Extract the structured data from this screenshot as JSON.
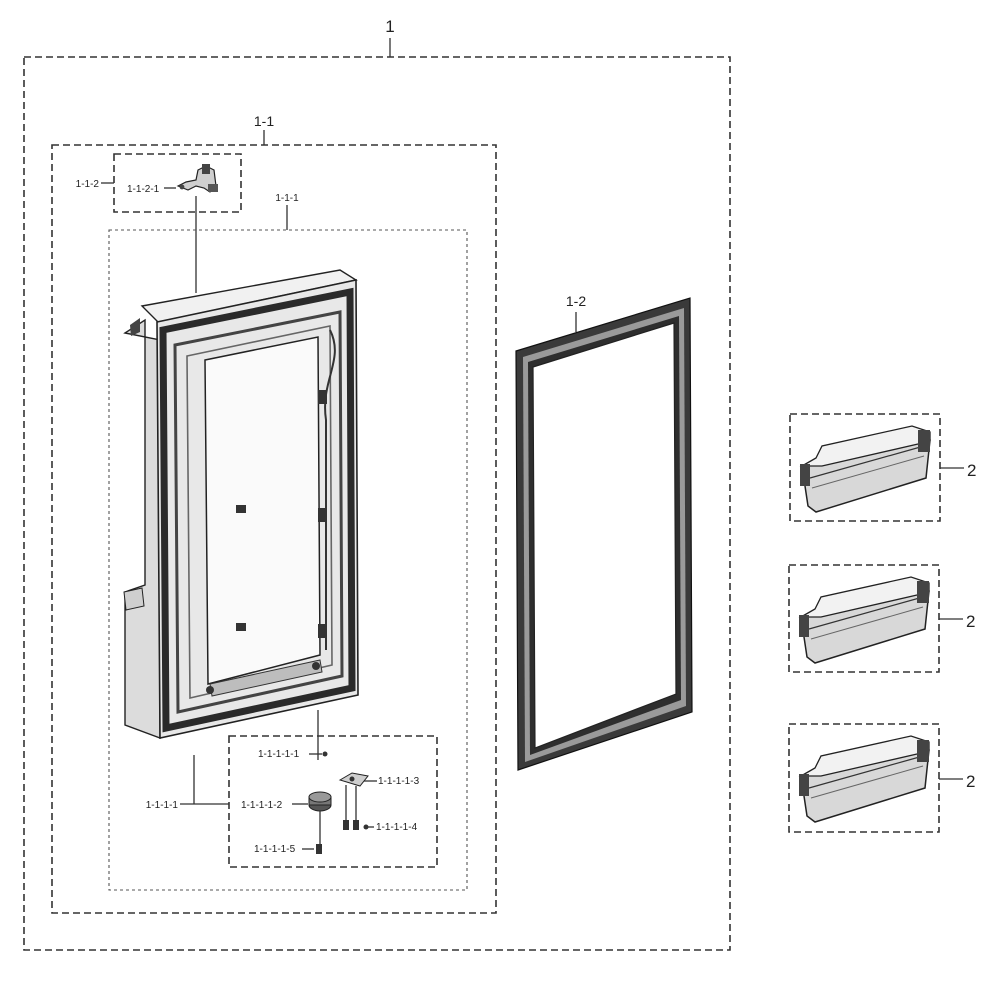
{
  "labels": {
    "assembly": "1",
    "door_sub_assembly": "1-1",
    "top_hinge_group": "1-1-2",
    "top_hinge_part": "1-1-2-1",
    "door_body": "1-1-1",
    "gasket": "1-2",
    "bin_1": "2",
    "bin_2": "2",
    "bin_3": "2",
    "bottom_group": "1-1-1-1",
    "bottom_part_1": "1-1-1-1-1",
    "bottom_part_2": "1-1-1-1-2",
    "bottom_part_3": "1-1-1-1-3",
    "bottom_part_4": "1-1-1-1-4",
    "bottom_part_5": "1-1-1-1-5"
  },
  "colors": {
    "line": "#333333",
    "door_frame": "#e6e6e6",
    "door_dark": "#2a2a2a",
    "gasket": "#3a3a3a",
    "bin_fill": "#d8d8d8"
  }
}
